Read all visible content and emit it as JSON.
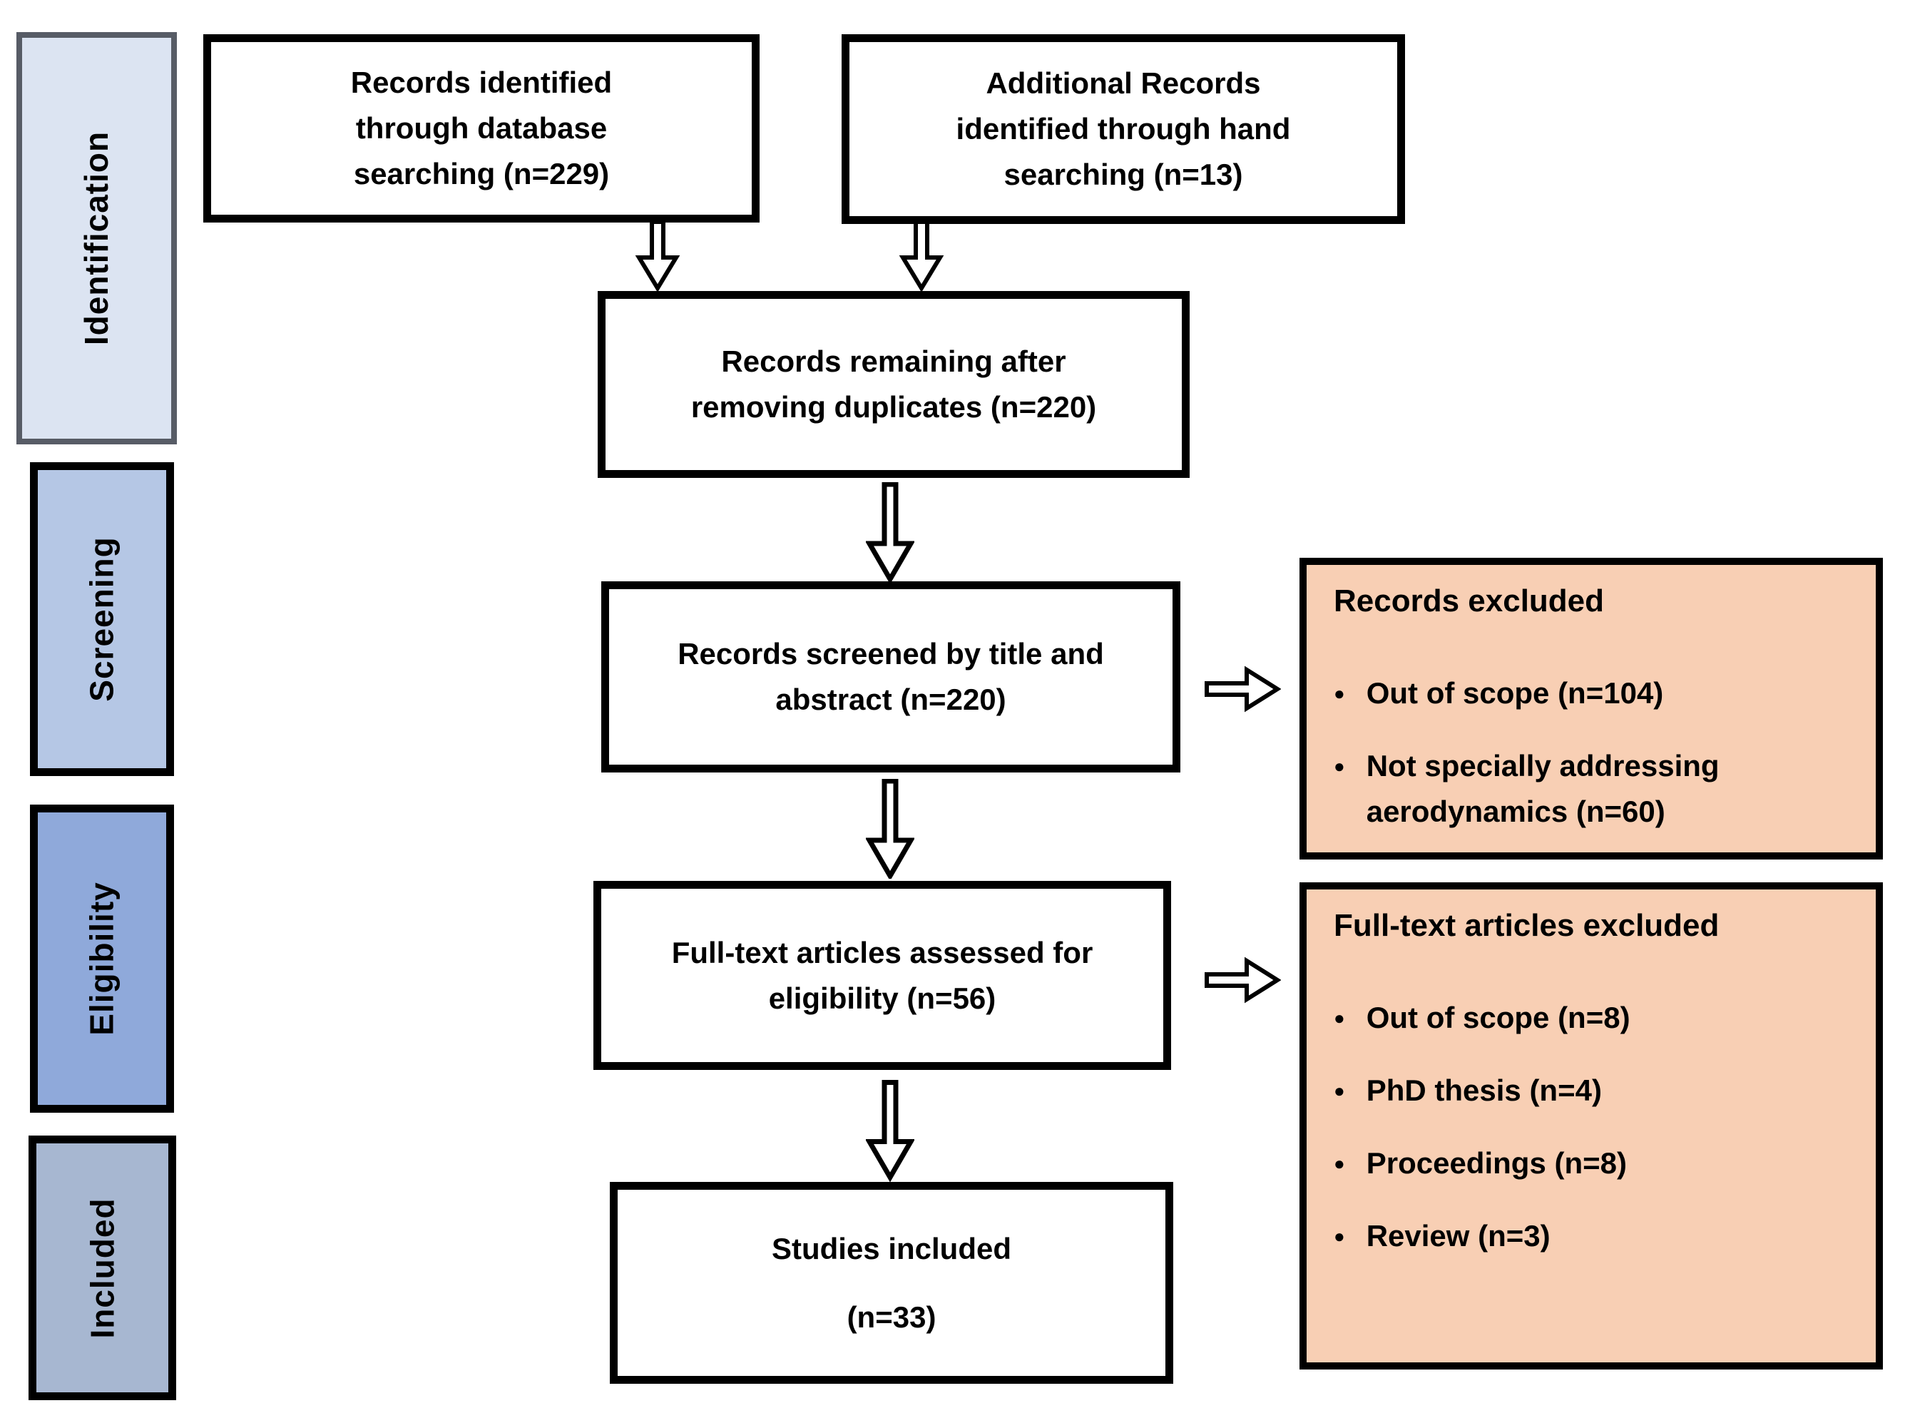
{
  "diagram": {
    "type": "prisma-flow",
    "bullet_glyph": "●",
    "stages": [
      {
        "label": "Identification"
      },
      {
        "label": "Screening"
      },
      {
        "label": "Eligibility"
      },
      {
        "label": "Included"
      }
    ],
    "flow": {
      "identified_db": {
        "lines": [
          "Records identified",
          "through database",
          "searching (n=229)"
        ],
        "n": 229
      },
      "identified_hand": {
        "lines": [
          "Additional Records",
          "identified through hand",
          "searching (n=13)"
        ],
        "n": 13
      },
      "deduplicated": {
        "lines": [
          "Records remaining after",
          "removing duplicates (n=220)"
        ],
        "n": 220
      },
      "screened": {
        "lines": [
          "Records screened by title and",
          "abstract (n=220)"
        ],
        "n": 220
      },
      "fulltext": {
        "lines": [
          "Full-text articles assessed for",
          "eligibility (n=56)"
        ],
        "n": 56
      },
      "included": {
        "lines": [
          "Studies included",
          "(n=33)"
        ],
        "n": 33
      }
    },
    "exclusions": [
      {
        "title": "Records excluded",
        "items": [
          "Out of scope (n=104)",
          "Not specially addressing aerodynamics (n=60)"
        ]
      },
      {
        "title": "Full-text articles excluded",
        "items": [
          "Out of scope (n=8)",
          "PhD thesis (n=4)",
          "Proceedings (n=8)",
          "Review (n=3)"
        ]
      }
    ],
    "colors": {
      "stage_identification_fill": "#dce4f2",
      "stage_identification_border": "#575c66",
      "stage_screening_fill": "#b5c7e5",
      "stage_eligibility_fill": "#8fa9da",
      "stage_included_fill": "#a7b7d1",
      "exclusion_fill": "#f8cfb4",
      "flow_box_fill": "#ffffff",
      "box_border": "#000000"
    }
  }
}
